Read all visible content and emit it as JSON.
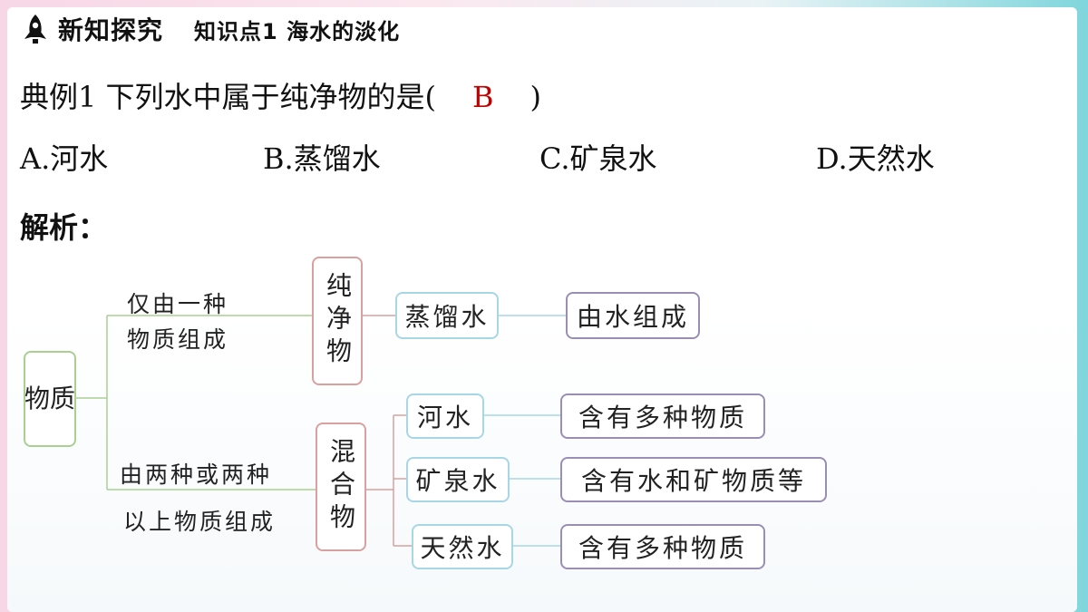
{
  "header": {
    "section": "新知探究",
    "topic": "知识点1  海水的淡化"
  },
  "question": {
    "prefix": "典例1  下列水中属于纯净物的是(",
    "answer": "B",
    "suffix": ")"
  },
  "options": [
    "A.河水",
    "B.蒸馏水",
    "C.矿泉水",
    "D.天然水"
  ],
  "analysis_label": "解析：",
  "diagram": {
    "root": "物质",
    "pure": {
      "condition_line1": "仅由一种",
      "condition_line2": "物质组成",
      "category": "纯净物",
      "example": "蒸馏水",
      "reason": "由水组成"
    },
    "mixture": {
      "condition_line1": "由两种或两种",
      "condition_line2": "以上物质组成",
      "category": "混合物",
      "items": [
        {
          "example": "河水",
          "reason": "含有多种物质"
        },
        {
          "example": "矿泉水",
          "reason": "含有水和矿物质等"
        },
        {
          "example": "天然水",
          "reason": "含有多种物质"
        }
      ]
    }
  }
}
